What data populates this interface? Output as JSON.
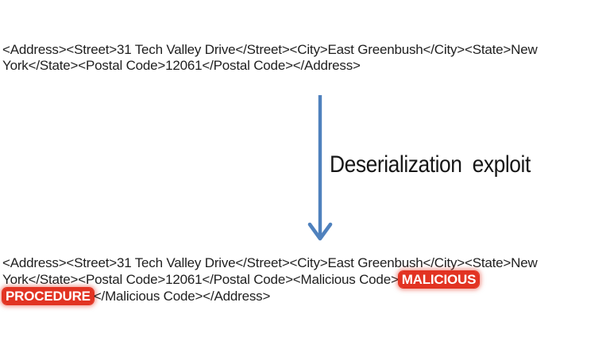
{
  "colors": {
    "text": "#1f1f1f",
    "arrow": "#4f81bd",
    "highlight_bg": "#e23322",
    "highlight_text": "#ffffff"
  },
  "original_xml": {
    "lines": [
      "<Address><Street>31 Tech Valley Drive</Street><City>East Greenbush</City><State>New",
      "York</State><Postal Code>12061</Postal Code></Address>"
    ]
  },
  "arrow": {
    "label": "Deserialization exploit",
    "icon": "down-arrow"
  },
  "exploited_xml": {
    "line1": "<Address><Street>31 Tech Valley Drive</Street><City>East Greenbush</City><State>New",
    "line2_before_highlight": "York</State><Postal Code>12061</Postal Code><Malicious Code>",
    "line2_highlight": "MALICIOUS",
    "line3_highlight": "PROCEDURE",
    "line3_after_highlight": "</Malicious Code></Address>"
  }
}
